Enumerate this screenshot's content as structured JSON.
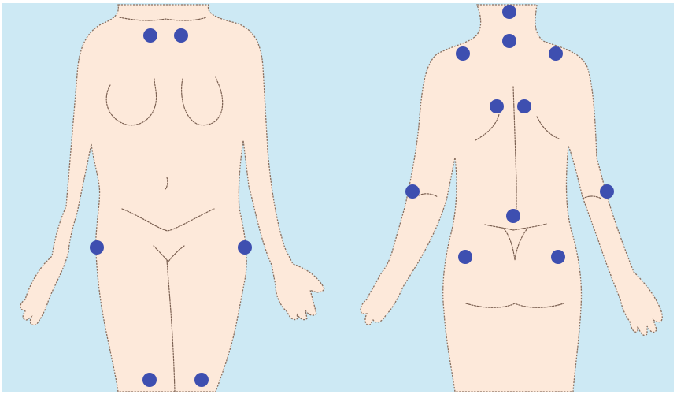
{
  "colors": {
    "background": "#cde9f4",
    "frame": "#ffffff",
    "skin": "#fde9da",
    "outline": "#8a7060",
    "tender_point": "#3e4fb0"
  },
  "figures": [
    {
      "view": "front",
      "tender_points": [
        "low-cervical-left",
        "low-cervical-right",
        "lateral-epicondyle-left",
        "lateral-epicondyle-right",
        "knee-left",
        "knee-right"
      ]
    },
    {
      "view": "back",
      "tender_points": [
        "occiput",
        "lower-neck",
        "trapezius-left",
        "trapezius-right",
        "supraspinatus-left",
        "supraspinatus-right",
        "elbow-left",
        "elbow-right",
        "sacrum",
        "gluteal-left",
        "gluteal-right"
      ]
    }
  ]
}
